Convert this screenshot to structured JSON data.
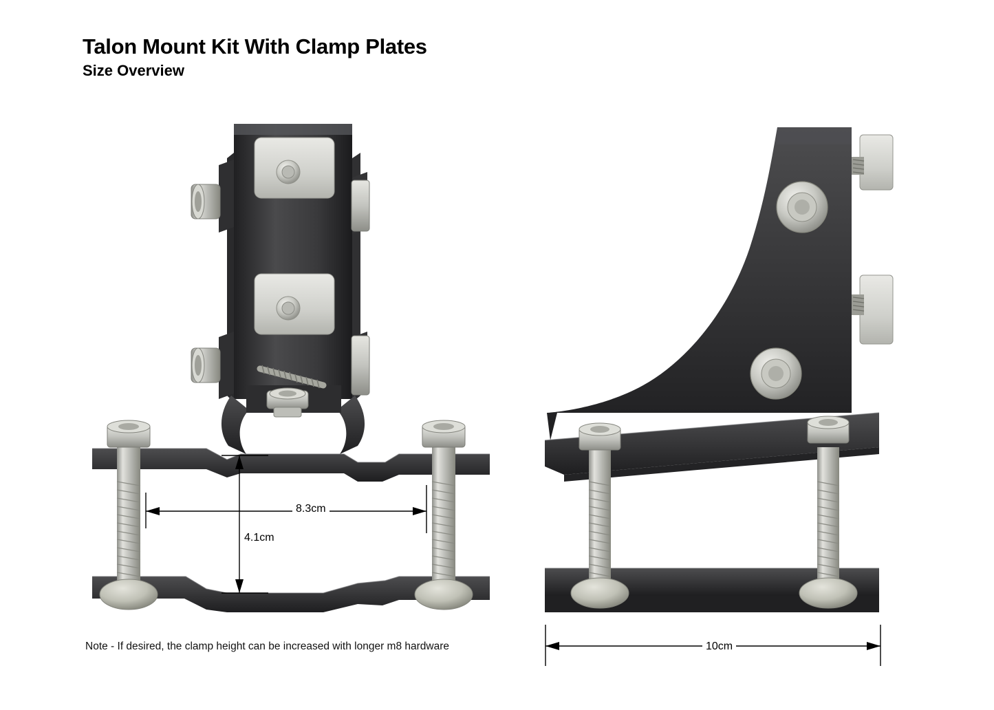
{
  "document": {
    "title_main": "Talon Mount Kit With Clamp Plates",
    "title_sub": "Size Overview",
    "note": "Note - If desired, the clamp height can be increased with longer m8 hardware"
  },
  "dimensions": {
    "width_label": "8.3cm",
    "height_label": "4.1cm",
    "base_label": "10cm"
  },
  "views": {
    "left": {
      "name": "front-view",
      "description": "Front view of talon mount kit with clamp plates, two m8 bolts with nuts, two clamp plates and mounting bracket"
    },
    "right": {
      "name": "side-view",
      "description": "Side view of talon mount bracket with clamp plate and two m8 bolts"
    }
  },
  "colors": {
    "metal_dark": "#3b3b3d",
    "metal_darker": "#242426",
    "metal_light": "#c9c9c4",
    "steel": "#b8b9b4",
    "line": "#000000",
    "background": "#ffffff"
  }
}
